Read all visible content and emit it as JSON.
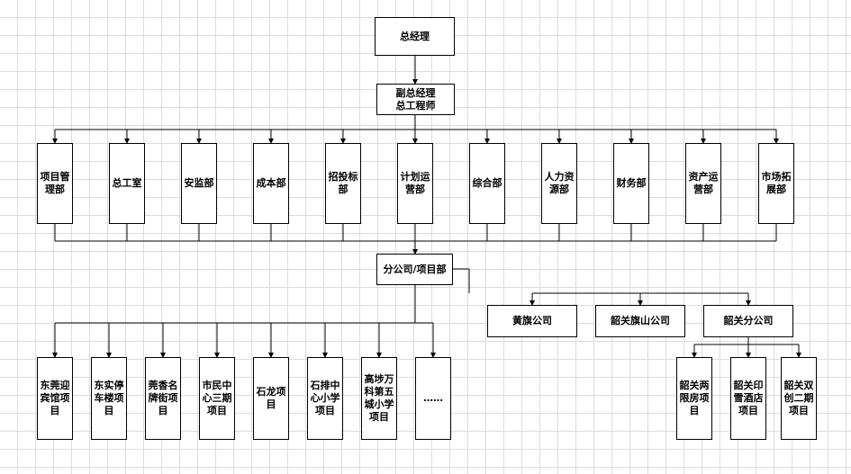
{
  "colors": {
    "line": "#000000",
    "box_border": "#000000",
    "grid": "#dcdcdc",
    "background": "#ffffff"
  },
  "nodes": {
    "gm": "总经理",
    "deputy": "副总经理\n总工程师",
    "dept_project_mgmt": "项目管\n理部",
    "dept_chief_engineer": "总工室",
    "dept_safety": "安监部",
    "dept_cost": "成本部",
    "dept_bidding": "招投标\n部",
    "dept_planning": "计划运\n营部",
    "dept_general": "综合部",
    "dept_hr": "人力资\n源部",
    "dept_finance": "财务部",
    "dept_asset": "资产运\n营部",
    "dept_marketing": "市场拓\n展部",
    "branch": "分公司/项目部",
    "co_huangqi": "黄旗公司",
    "co_qishan": "韶关旗山公司",
    "co_shaoguan": "韶关分公司",
    "proj_1": "东莞迎\n宾馆项\n目",
    "proj_2": "东实停\n车楼项\n目",
    "proj_3": "莞香名\n牌街项\n目",
    "proj_4": "市民中\n心三期\n项目",
    "proj_5": "石龙项\n目",
    "proj_6": "石排中\n心小学\n项目",
    "proj_7": "高埗万\n科第五\n城小学\n项目",
    "proj_more": "……",
    "sg_proj_1": "韶关两\n限房项\n目",
    "sg_proj_2": "韶关印\n雪酒店\n项目",
    "sg_proj_3": "韶关双\n创二期\n项目"
  }
}
